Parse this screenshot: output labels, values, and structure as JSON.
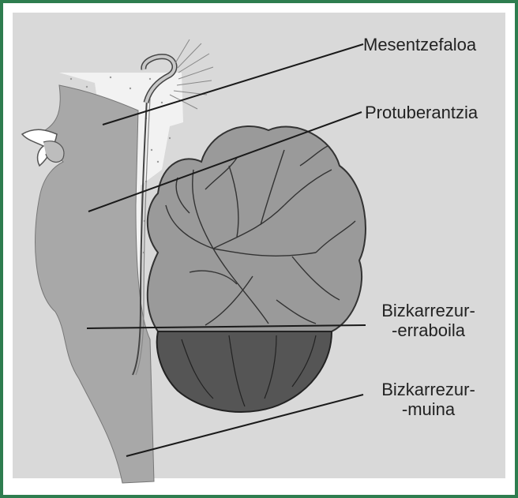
{
  "labels": {
    "mesencephalon": "Mesentzefaloa",
    "pons": "Protuberantzia",
    "medulla_line1": "Bizkarrezur-",
    "medulla_line2": "-erraboila",
    "spinal_line1": "Bizkarrezur-",
    "spinal_line2": "-muina"
  },
  "colors": {
    "border": "#2e7d4f",
    "panel": "#d9d9d9",
    "stem": "#a8a8a8",
    "cerebellum": "#9a9a9a",
    "cerebellum_dark": "#555555",
    "lines": "#1a1a1a"
  }
}
